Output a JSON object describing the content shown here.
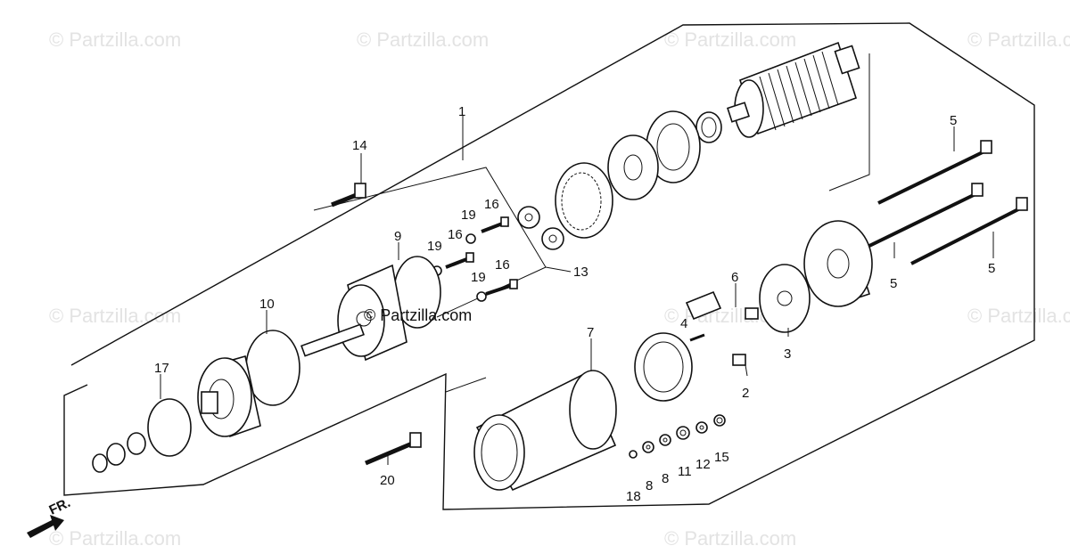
{
  "watermarks": [
    "© Partzilla.com",
    "© Partzilla.com",
    "© Partzilla.com",
    "© Partzilla.com",
    "© Partzilla.com",
    "© Partzilla.com",
    "© Partzilla.com",
    "© Partzilla.com",
    "© Partzilla.com"
  ],
  "center_watermark": "© Partzilla.com",
  "direction_label": "FR.",
  "callouts": {
    "c1": "1",
    "c2": "2",
    "c3": "3",
    "c4": "4",
    "c5a": "5",
    "c5b": "5",
    "c5c": "5",
    "c6": "6",
    "c7": "7",
    "c8a": "8",
    "c8b": "8",
    "c9": "9",
    "c10": "10",
    "c11": "11",
    "c12": "12",
    "c13": "13",
    "c14": "14",
    "c15": "15",
    "c16a": "16",
    "c16b": "16",
    "c16c": "16",
    "c17": "17",
    "c18": "18",
    "c19a": "19",
    "c19b": "19",
    "c19c": "19",
    "c20": "20"
  }
}
